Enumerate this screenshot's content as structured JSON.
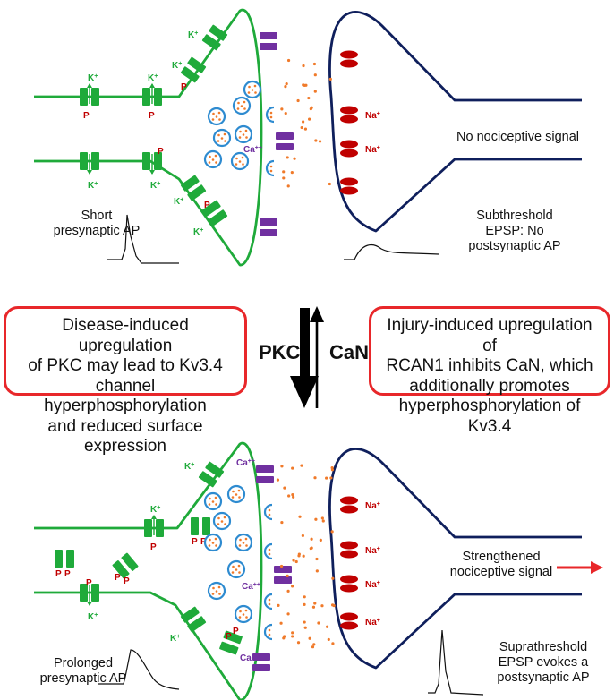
{
  "top_panel": {
    "presynaptic_label": [
      "Short",
      "presynaptic AP"
    ],
    "postsynaptic_label": [
      "Subthreshold",
      "EPSP: No",
      "postsynaptic AP"
    ],
    "signal_label": "No nociceptive signal"
  },
  "middle": {
    "left_box_lines": [
      "Disease-induced upregulation",
      "of PKC may lead to Kv3.4",
      "channel hyperphosphorylation",
      "and reduced surface expression"
    ],
    "right_box_lines": [
      "Injury-induced upregulation of",
      "RCAN1 inhibits CaN, which",
      "additionally promotes",
      "hyperphosphorylation of Kv3.4"
    ],
    "down_arrow_label": "PKC",
    "up_arrow_label": "CaN"
  },
  "bottom_panel": {
    "presynaptic_label": [
      "Prolonged",
      "presynaptic AP"
    ],
    "postsynaptic_label": [
      "Suprathreshold",
      "EPSP evokes a",
      "postsynaptic AP"
    ],
    "signal_label": [
      "Strengthened",
      "nociceptive signal"
    ]
  },
  "ion_labels": {
    "potassium": "K",
    "potassium_charge": "+",
    "calcium": "Ca",
    "calcium_charge": "++",
    "sodium": "Na",
    "sodium_charge": "+",
    "phospho": "P"
  },
  "colors": {
    "presynaptic_green": "#1faa3a",
    "postsynaptic_navy": "#0f1f5c",
    "calcium_purple": "#7030a0",
    "sodium_red": "#c00000",
    "vesicle_blue": "#2e8bd0",
    "neurotransmitter_orange": "#f07a2a",
    "box_red": "#e8272a",
    "signal_arrow_red": "#e8272a"
  }
}
